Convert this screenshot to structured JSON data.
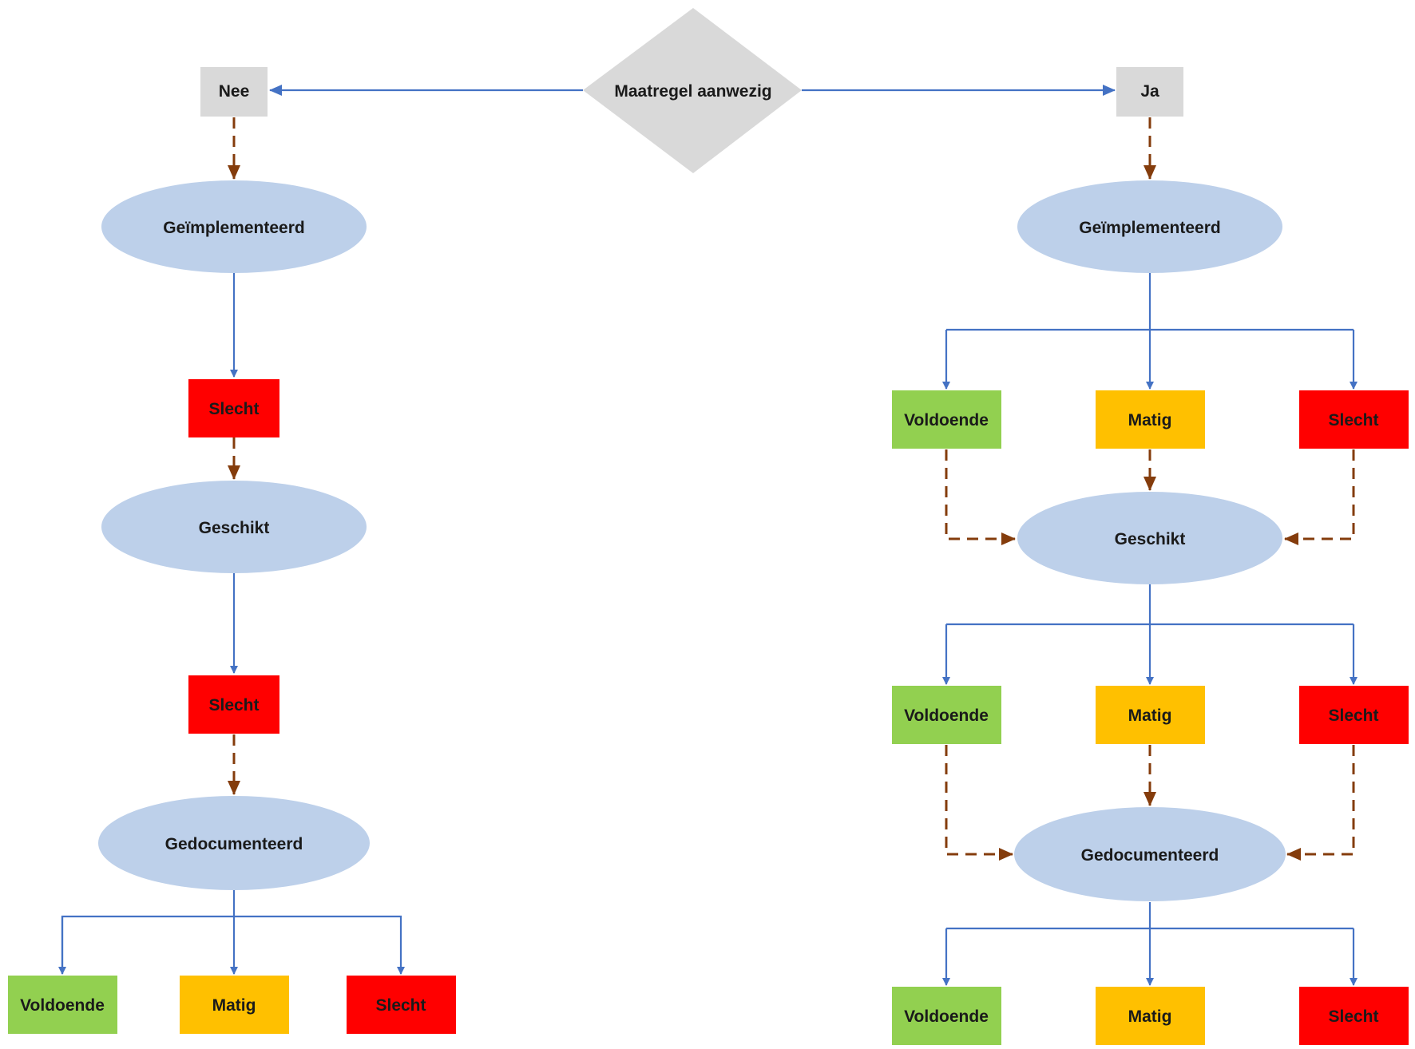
{
  "colors": {
    "grey_box": "#d9d9d9",
    "ellipse": "#bdd0ea",
    "voldoende": "#92d050",
    "matig": "#ffc000",
    "slecht": "#ff0000",
    "solid_arrow": "#4472c4",
    "dashed_arrow": "#843c0c"
  },
  "decision": {
    "label": "Maatregel aanwezig"
  },
  "left": {
    "answer": "Nee",
    "implemented": "Geïmplementeerd",
    "result1": "Slecht",
    "suitable": "Geschikt",
    "result2": "Slecht",
    "documented": "Gedocumenteerd",
    "outcomes": [
      "Voldoende",
      "Matig",
      "Slecht"
    ]
  },
  "right": {
    "answer": "Ja",
    "implemented": "Geïmplementeerd",
    "row1": [
      "Voldoende",
      "Matig",
      "Slecht"
    ],
    "suitable": "Geschikt",
    "row2": [
      "Voldoende",
      "Matig",
      "Slecht"
    ],
    "documented": "Gedocumenteerd",
    "row3": [
      "Voldoende",
      "Matig",
      "Slecht"
    ]
  }
}
